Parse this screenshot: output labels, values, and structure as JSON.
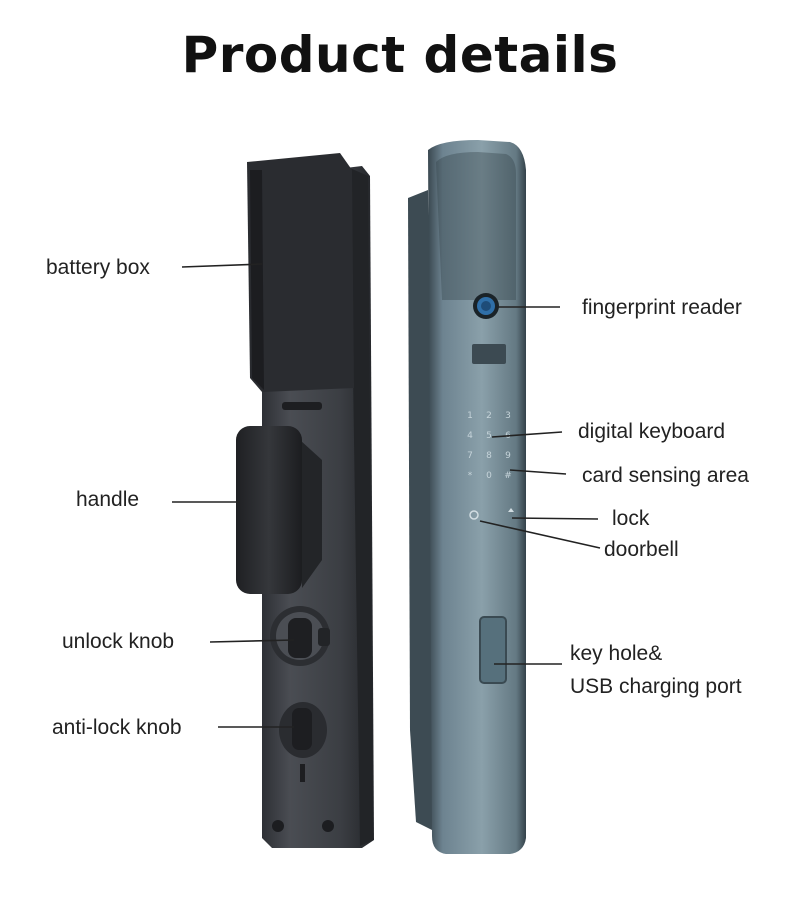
{
  "title": "Product details",
  "labels": {
    "battery_box": "battery box",
    "handle": "handle",
    "unlock_knob": "unlock knob",
    "anti_lock_knob": "anti-lock knob",
    "fingerprint_reader": "fingerprint reader",
    "digital_keyboard": "digital keyboard",
    "card_sensing_area": "card sensing area",
    "lock": "lock",
    "doorbell": "doorbell",
    "key_hole_line1": "key hole&",
    "key_hole_line2": "USB charging port"
  },
  "keypad": {
    "keys": [
      "1",
      "2",
      "3",
      "4",
      "5",
      "6",
      "7",
      "8",
      "9",
      "*",
      "0",
      "#"
    ]
  },
  "colors": {
    "back_panel": "#3a3d42",
    "battery_box": "#2b2d31",
    "front_panel": "#5b6f7a",
    "front_screen": "#7e96a0",
    "keypad_text": "#c6d4da"
  }
}
